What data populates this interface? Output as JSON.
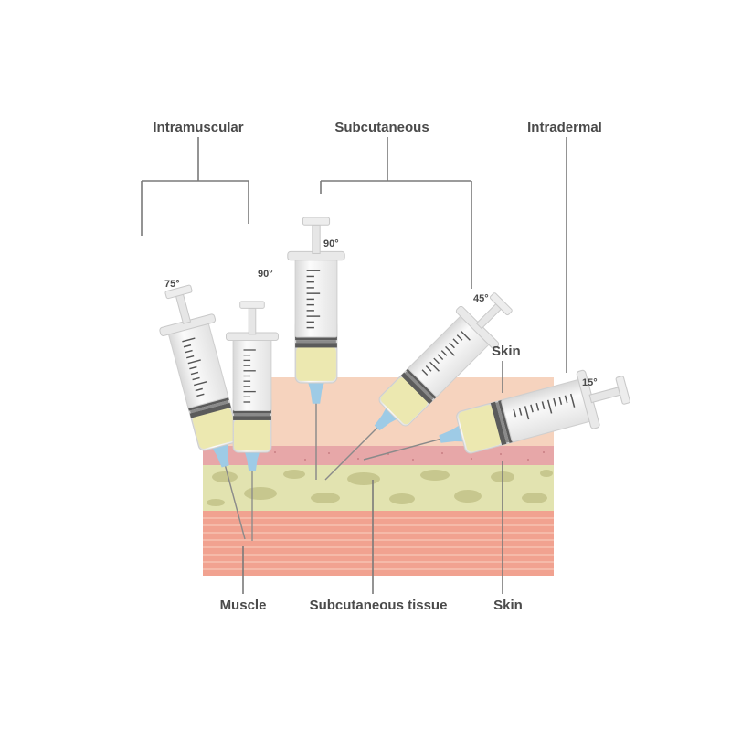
{
  "headers": {
    "intramuscular": "Intramuscular",
    "subcutaneous": "Subcutaneous",
    "intradermal": "Intradermal"
  },
  "angles": {
    "im_75": "75°",
    "im_90": "90°",
    "sc_90": "90°",
    "sc_45": "45°",
    "id_15": "15°"
  },
  "labels": {
    "skin_top": "Skin",
    "muscle": "Muscle",
    "subcutaneous_tissue": "Subcutaneous tissue",
    "skin_bottom": "Skin"
  },
  "colors": {
    "skin": "#f6d3be",
    "dermis": "#e7a7a8",
    "fat": "#e2e3b0",
    "fat_blob": "#c7c78e",
    "muscle": "#f1a290",
    "muscle_stripe": "#f8c8b8",
    "liquid": "#ece8b0",
    "needle_hub": "#9ecbe6",
    "syringe_body": "#eeeeee",
    "rubber": "#5b5b5b"
  }
}
